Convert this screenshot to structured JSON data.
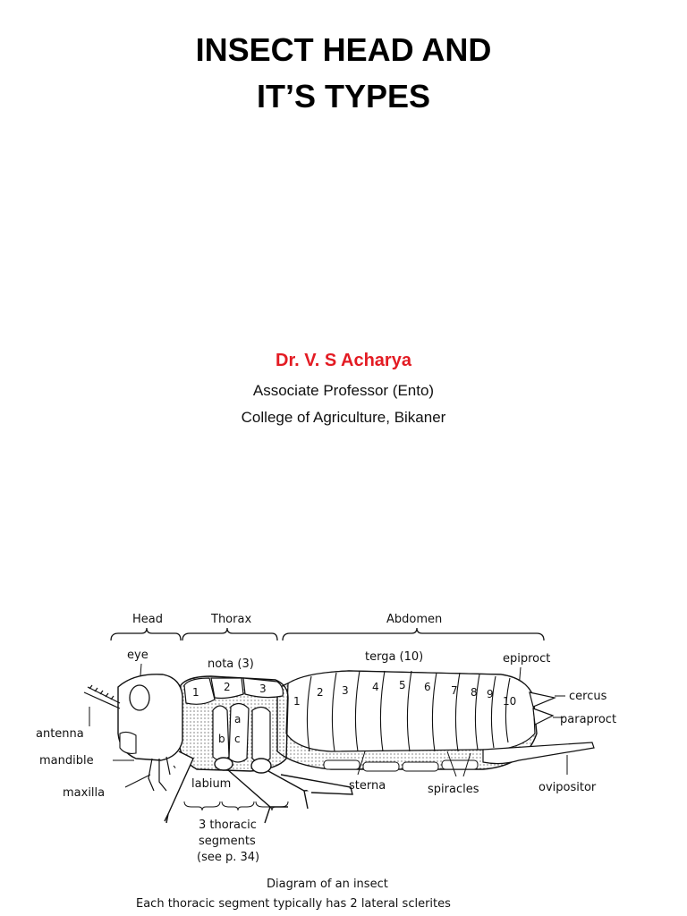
{
  "title": {
    "line1": "INSECT HEAD AND",
    "line2": "IT’S TYPES"
  },
  "author": {
    "name": "Dr. V. S Acharya",
    "position": "Associate Professor (Ento)",
    "institution": "College of Agriculture, Bikaner"
  },
  "colors": {
    "author": "#e31b23",
    "text": "#000000",
    "background": "#ffffff"
  },
  "diagram": {
    "regions": {
      "head": "Head",
      "thorax": "Thorax",
      "abdomen": "Abdomen"
    },
    "labels": {
      "eye": "eye",
      "nota": "nota (3)",
      "terga": "terga (10)",
      "epiproct": "epiproct",
      "cercus": "cercus",
      "paraproct": "paraproct",
      "antenna": "antenna",
      "mandible": "mandible",
      "maxilla": "maxilla",
      "labium": "labium",
      "sterna": "sterna",
      "spiracles": "spiracles",
      "ovipositor": "ovipositor",
      "thoracic_line1": "3 thoracic",
      "thoracic_line2": "segments",
      "thoracic_line3": "(see p. 34)"
    },
    "thorax_numbers": [
      "1",
      "2",
      "3"
    ],
    "abdomen_numbers": [
      "1",
      "2",
      "3",
      "4",
      "5",
      "6",
      "7",
      "8",
      "9",
      "10"
    ],
    "sclerite_letters": [
      "a",
      "b",
      "c"
    ],
    "caption_line1": "Diagram of an insect",
    "caption_line2": "Each thoracic segment typically has 2 lateral sclerites"
  }
}
